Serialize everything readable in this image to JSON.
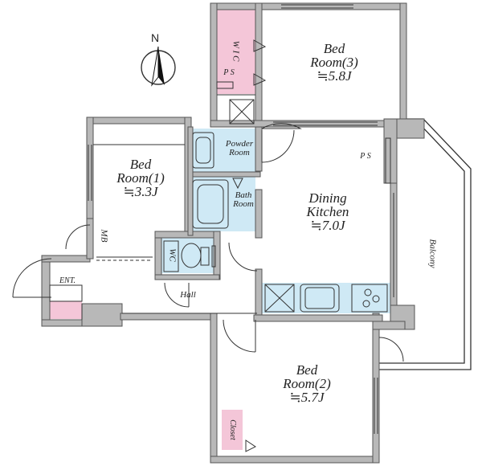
{
  "compass": {
    "letter": "N"
  },
  "rooms": {
    "bedroom3": {
      "name": "Bed",
      "name2": "Room(3)",
      "size": "≒5.8J"
    },
    "bedroom1": {
      "name": "Bed",
      "name2": "Room(1)",
      "size": "≒3.3J"
    },
    "bedroom2": {
      "name": "Bed",
      "name2": "Room(2)",
      "size": "≒5.7J"
    },
    "dining": {
      "name": "Dining",
      "name2": "Kitchen",
      "size": "≒7.0J"
    },
    "powder": {
      "name": "Powder",
      "name2": "Room"
    },
    "bath": {
      "name": "Bath",
      "name2": "Room"
    },
    "wc": {
      "name": "WC"
    },
    "wic": {
      "name": "W I C"
    },
    "mb": {
      "name": "MB"
    },
    "entrance": {
      "name": "ENT."
    },
    "hall": {
      "name": "Hall"
    },
    "closet": {
      "name": "Closet"
    },
    "balcony": {
      "name": "Balcony"
    },
    "ps_top": {
      "name": "P S"
    },
    "ps_right": {
      "name": "P S"
    }
  },
  "colors": {
    "wall": "#b8b8b8",
    "wall_edge": "#555555",
    "storage_pink": "#f4c6d8",
    "wet_blue": "#cfe9f5",
    "line": "#333333"
  }
}
